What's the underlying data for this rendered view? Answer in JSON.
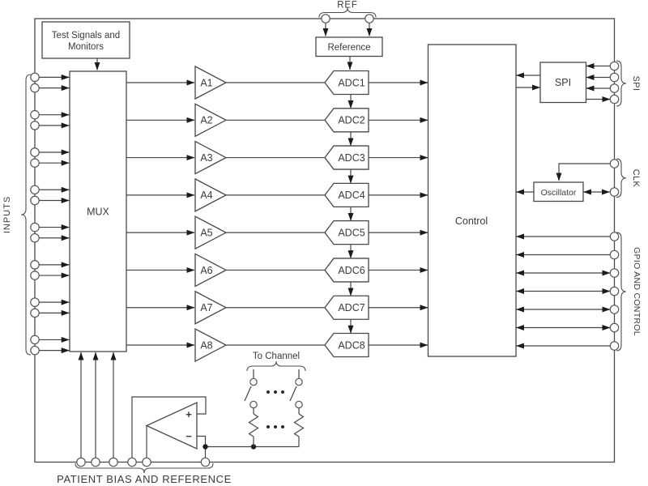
{
  "diagram": {
    "colors": {
      "background": "#ffffff",
      "line": "#454545",
      "text": "#3a3a3a",
      "arrow": "#1b1b1b"
    },
    "top": {
      "ref": "REF",
      "reference": "Reference",
      "test_signals_line1": "Test Signals and",
      "test_signals_line2": "Monitors"
    },
    "left": {
      "inputs": "INPUTS",
      "mux": "MUX"
    },
    "channels": [
      {
        "amp": "A1",
        "adc": "ADC1"
      },
      {
        "amp": "A2",
        "adc": "ADC2"
      },
      {
        "amp": "A3",
        "adc": "ADC3"
      },
      {
        "amp": "A4",
        "adc": "ADC4"
      },
      {
        "amp": "A5",
        "adc": "ADC5"
      },
      {
        "amp": "A6",
        "adc": "ADC6"
      },
      {
        "amp": "A7",
        "adc": "ADC7"
      },
      {
        "amp": "A8",
        "adc": "ADC8"
      }
    ],
    "center": {
      "control": "Control"
    },
    "right": {
      "spi_box": "SPI",
      "spi_pins": "SPI",
      "clk_pins": "CLK",
      "oscillator": "Oscillator",
      "gpio_pins": "GPIO AND CONTROL"
    },
    "bottom": {
      "to_channel": "To Channel",
      "patient_bias": "PATIENT BIAS AND REFERENCE",
      "opamp_plus": "+",
      "opamp_minus": "−"
    }
  }
}
